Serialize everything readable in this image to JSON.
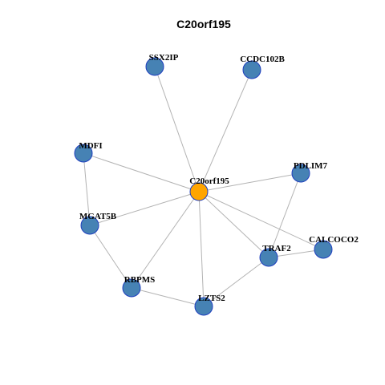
{
  "title": "C20orf195",
  "colors": {
    "center_fill": "#FFA500",
    "node_fill": "#4682B4",
    "node_stroke": "#1f3fbf",
    "edge": "#b3b3b3"
  },
  "nodes": [
    {
      "id": "C20orf195",
      "label": "C20orf195",
      "center": true
    },
    {
      "id": "SSX2IP",
      "label": "SSX2IP"
    },
    {
      "id": "CCDC102B",
      "label": "CCDC102B"
    },
    {
      "id": "MDFI",
      "label": "MDFI"
    },
    {
      "id": "PDLIM7",
      "label": "PDLIM7"
    },
    {
      "id": "MGAT5B",
      "label": "MGAT5B"
    },
    {
      "id": "CALCOCO2",
      "label": "CALCOCO2"
    },
    {
      "id": "TRAF2",
      "label": "TRAF2"
    },
    {
      "id": "RBPMS",
      "label": "RBPMS"
    },
    {
      "id": "LZTS2",
      "label": "LZTS2"
    }
  ],
  "edges": [
    [
      "C20orf195",
      "SSX2IP"
    ],
    [
      "C20orf195",
      "CCDC102B"
    ],
    [
      "C20orf195",
      "MDFI"
    ],
    [
      "C20orf195",
      "PDLIM7"
    ],
    [
      "C20orf195",
      "MGAT5B"
    ],
    [
      "C20orf195",
      "CALCOCO2"
    ],
    [
      "C20orf195",
      "TRAF2"
    ],
    [
      "C20orf195",
      "RBPMS"
    ],
    [
      "C20orf195",
      "LZTS2"
    ],
    [
      "MDFI",
      "MGAT5B"
    ],
    [
      "MGAT5B",
      "RBPMS"
    ],
    [
      "RBPMS",
      "LZTS2"
    ],
    [
      "LZTS2",
      "TRAF2"
    ],
    [
      "TRAF2",
      "PDLIM7"
    ],
    [
      "TRAF2",
      "CALCOCO2"
    ]
  ]
}
